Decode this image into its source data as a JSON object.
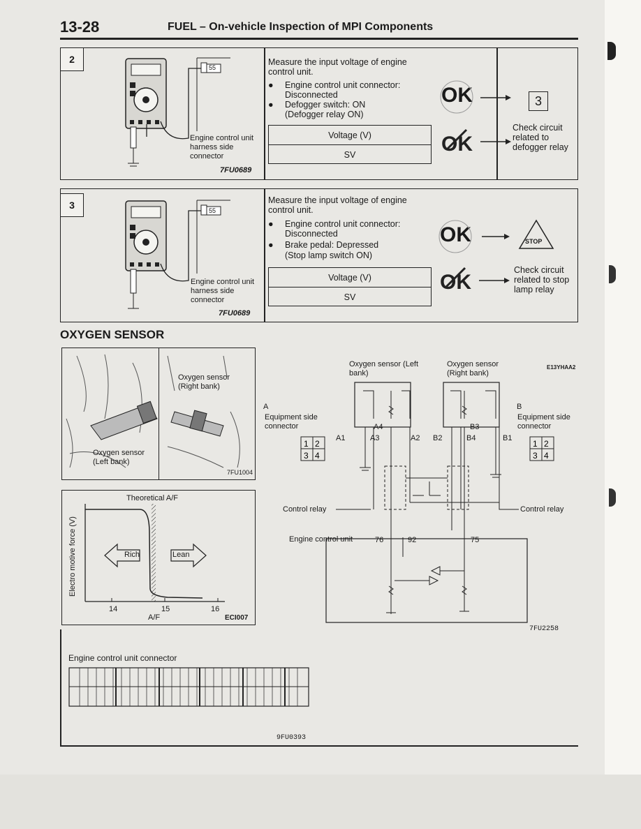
{
  "header": {
    "page_number": "13-28",
    "title": "FUEL – On-vehicle Inspection of MPI Components"
  },
  "step2": {
    "number": "2",
    "figure_caption": "Engine control unit harness side connector",
    "pin": "55",
    "figure_code": "7FU0689",
    "instruction": "Measure the input voltage of engine control unit.",
    "conditions": [
      "Engine control unit connector: Disconnected",
      "Defogger switch: ON",
      "(Defogger relay ON)"
    ],
    "table_header": "Voltage (V)",
    "table_value": "SV",
    "ok_label": "OK",
    "ok_result": "3",
    "ng_result": "Check circuit related to defogger relay"
  },
  "step3": {
    "number": "3",
    "figure_caption": "Engine control unit harness side connector",
    "pin": "55",
    "figure_code": "7FU0689",
    "instruction": "Measure the input voltage of engine control unit.",
    "conditions": [
      "Engine control unit connector: Disconnected",
      "Brake pedal: Depressed",
      "(Stop lamp switch ON)"
    ],
    "table_header": "Voltage (V)",
    "table_value": "SV",
    "ok_label": "OK",
    "ok_result": "STOP",
    "ng_result": "Check circuit related to stop lamp relay"
  },
  "section_title": "OXYGEN SENSOR",
  "photo": {
    "label_right": "Oxygen sensor (Right bank)",
    "label_left": "Oxygen sensor (Left bank)",
    "code": "7FU1004"
  },
  "graph": {
    "title": "Theoretical A/F",
    "ylabel": "Electro motive force (V)",
    "xlabel": "A/F",
    "ticks": [
      "14",
      "15",
      "16"
    ],
    "rich": "Rich",
    "lean": "Lean",
    "code": "ECI007"
  },
  "circuit": {
    "code_top": "E13YHAA2",
    "sensor_left": "Oxygen sensor (Left bank)",
    "sensor_right": "Oxygen sensor (Right bank)",
    "conn_a": "A",
    "conn_b": "B",
    "equip_left": "Equipment side connector",
    "equip_right": "Equipment side connector",
    "pins_a": [
      "A1",
      "A3",
      "A4",
      "A2"
    ],
    "pins_b": [
      "B2",
      "B4",
      "B3",
      "B1"
    ],
    "control_relay_left": "Control relay",
    "control_relay_right": "Control relay",
    "ecu": "Engine control unit",
    "ecu_pins": [
      "76",
      "92",
      "75"
    ],
    "code_bottom": "7FU2258"
  },
  "ecu_connector": {
    "title": "Engine control unit connector",
    "code": "9FU0393"
  }
}
